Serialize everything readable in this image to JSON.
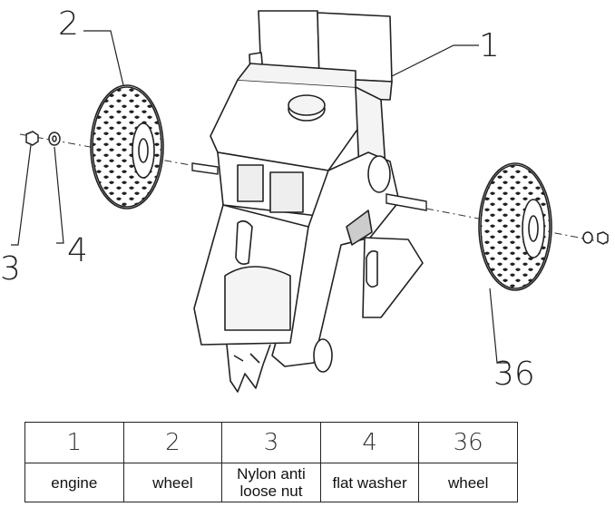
{
  "callouts": {
    "engine": "1",
    "wheel_left": "2",
    "nut": "3",
    "washer": "4",
    "wheel_right": "36"
  },
  "parts_table": {
    "numbers": [
      "1",
      "2",
      "3",
      "4",
      "36"
    ],
    "names": [
      "engine",
      "wheel",
      "Nylon anti loose nut",
      "flat washer",
      "wheel"
    ]
  }
}
